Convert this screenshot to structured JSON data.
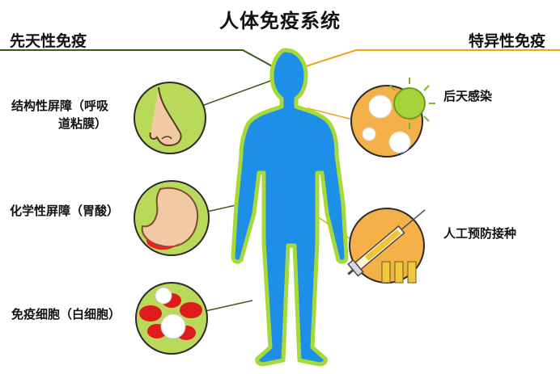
{
  "title": "人体免疫系统",
  "left_section": {
    "title": "先天性免疫",
    "items": [
      {
        "label_line1": "结构性屏障（呼吸",
        "label_line2": "道粘膜）",
        "icon": "nose-icon"
      },
      {
        "label": "化学性屏障（胃酸）",
        "icon": "stomach-icon"
      },
      {
        "label": "免疫细胞（白细胞）",
        "icon": "white-blood-cell-icon"
      }
    ]
  },
  "right_section": {
    "title": "特异性免疫",
    "items": [
      {
        "label": "后天感染",
        "icon": "virus-icon"
      },
      {
        "label": "人工预防接种",
        "icon": "syringe-icon"
      }
    ]
  },
  "colors": {
    "body": "#1d8fe8",
    "body_outline": "#a6d93a",
    "left_rule": "#3d5a1c",
    "right_rule": "#f0a21b",
    "left_circle": "#b9d95a",
    "right_circle": "#f5b04a"
  }
}
